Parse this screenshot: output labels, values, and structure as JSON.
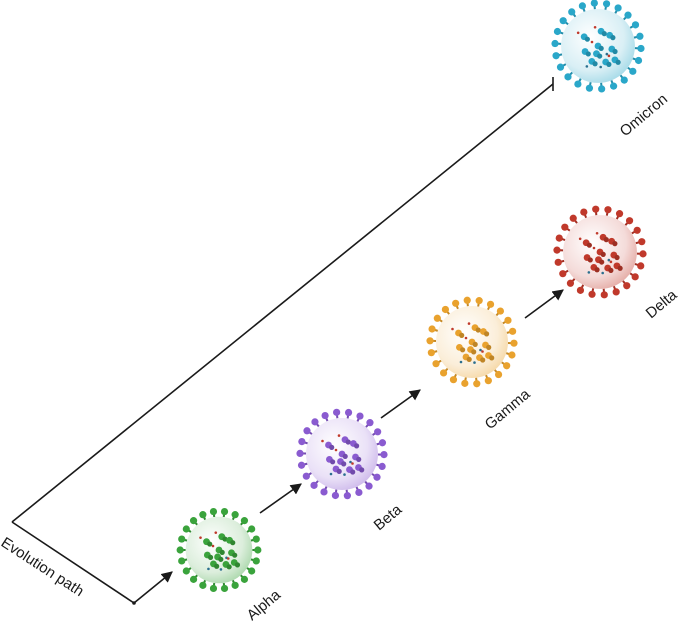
{
  "labels": {
    "path": "Evolution path",
    "alpha": "Alpha",
    "beta": "Beta",
    "gamma": "Gamma",
    "delta": "Delta",
    "omicron": "Omicron"
  },
  "colors": {
    "alpha": "#3aa33c",
    "beta": "#8a5bd0",
    "gamma": "#e9a22e",
    "delta": "#c0392b",
    "omicron": "#2aa7c9",
    "line": "#1a1a1a"
  }
}
